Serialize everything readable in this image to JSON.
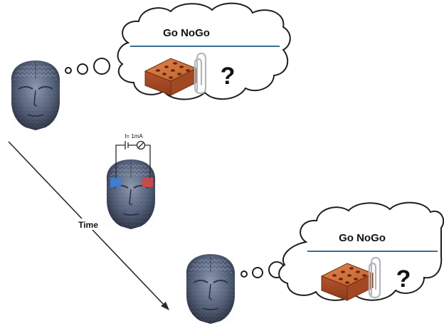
{
  "panels": [
    {
      "title": "Go NoGo",
      "question_mark": "?"
    },
    {
      "title": "Go NoGo",
      "question_mark": "?"
    }
  ],
  "timeline": {
    "label": "Time"
  },
  "stimulation": {
    "current_label": "I= 1mA"
  },
  "colors": {
    "cloud_stroke": "#1e1e1e",
    "cloud_divider": "#3a6f94",
    "brick": "#c15a2a",
    "anode": "#3f7fd6",
    "cathode": "#d24848",
    "head": "#4e5a6e"
  }
}
